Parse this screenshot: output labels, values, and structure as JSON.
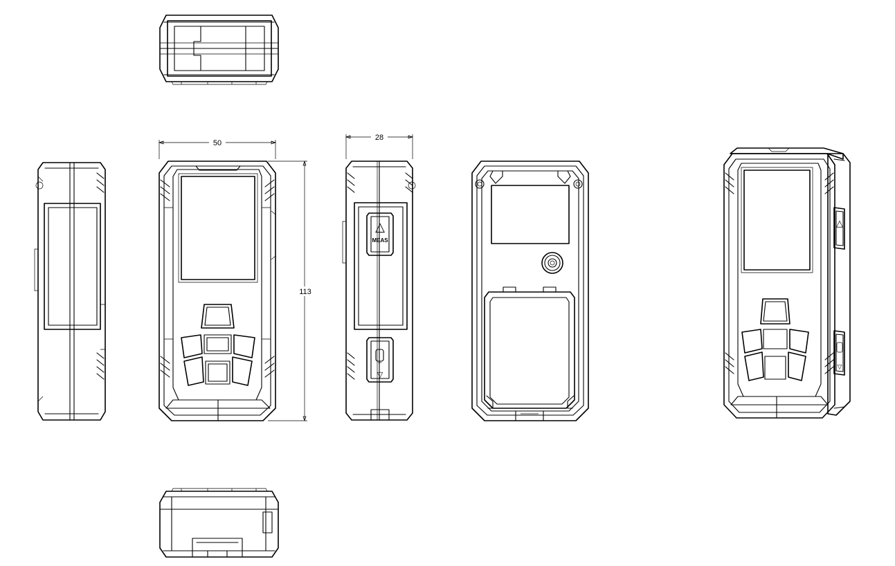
{
  "dimensions": {
    "width": "50",
    "depth": "28",
    "height": "113"
  },
  "side_button": {
    "meas_label": "MEAS",
    "up_symbol": "△",
    "down_symbol": "▽"
  },
  "iso_button": {
    "up_symbol": "△",
    "down_symbol": "▽"
  },
  "colors": {
    "line": "#000000",
    "background": "#ffffff"
  }
}
